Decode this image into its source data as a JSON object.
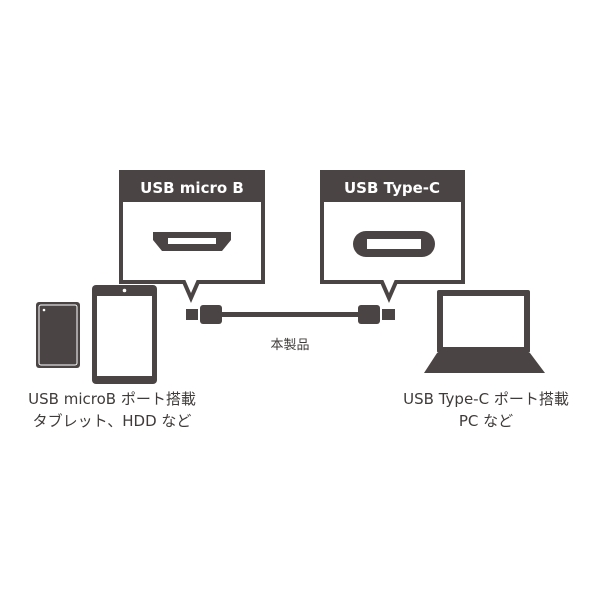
{
  "callouts": {
    "left": {
      "title": "USB micro B",
      "connector_icon": "usb-micro-b-port-icon"
    },
    "right": {
      "title": "USB Type-C",
      "connector_icon": "usb-type-c-port-icon"
    }
  },
  "cable_label": "本製品",
  "left_device": {
    "line1": "USB microB ポート搭載",
    "line2": "タブレット、HDD など",
    "icons": [
      "hdd-icon",
      "tablet-icon"
    ]
  },
  "right_device": {
    "line1": "USB Type-C ポート搭載",
    "line2": "PC など",
    "icons": [
      "laptop-icon"
    ]
  },
  "colors": {
    "primary": "#4a4544",
    "background": "#ffffff"
  }
}
